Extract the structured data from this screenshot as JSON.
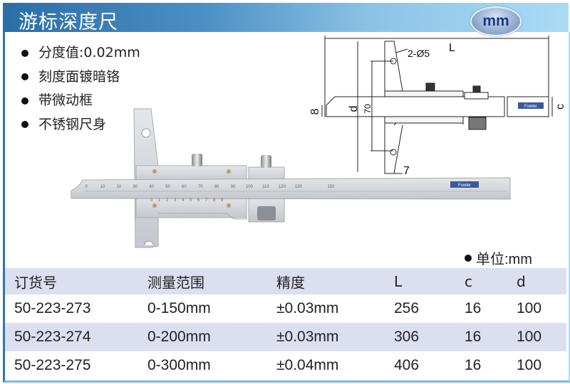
{
  "header": {
    "title": "游标深度尺",
    "unit_badge": "mm"
  },
  "features": [
    "分度值:0.02mm",
    "刻度面镀暗铬",
    "带微动框",
    "不锈钢尺身"
  ],
  "product_photo": {
    "main_scale": [
      "0",
      "10",
      "20",
      "30",
      "40",
      "50",
      "60",
      "70",
      "80",
      "90",
      "100",
      "110",
      "120",
      "130",
      "150"
    ],
    "vernier_scale": [
      "0",
      "1",
      "2",
      "3",
      "4",
      "5",
      "6",
      "7",
      "8",
      "9"
    ],
    "brand_logo": "Fowler"
  },
  "diagram": {
    "labels": {
      "L": "L",
      "holes": "2-Ø5",
      "eight": "8",
      "d": "d",
      "seventy": "70",
      "c": "c",
      "seven": "7"
    },
    "brand_logo": "Fowler"
  },
  "unit_note": "单位:mm",
  "table": {
    "headers": [
      "订货号",
      "测量范围",
      "精度",
      "L",
      "c",
      "d"
    ],
    "rows": [
      [
        "50-223-273",
        "0-150mm",
        "±0.03mm",
        "256",
        "16",
        "100"
      ],
      [
        "50-223-274",
        "0-200mm",
        "±0.03mm",
        "306",
        "16",
        "100"
      ],
      [
        "50-223-275",
        "0-300mm",
        "±0.04mm",
        "406",
        "16",
        "100"
      ]
    ]
  }
}
